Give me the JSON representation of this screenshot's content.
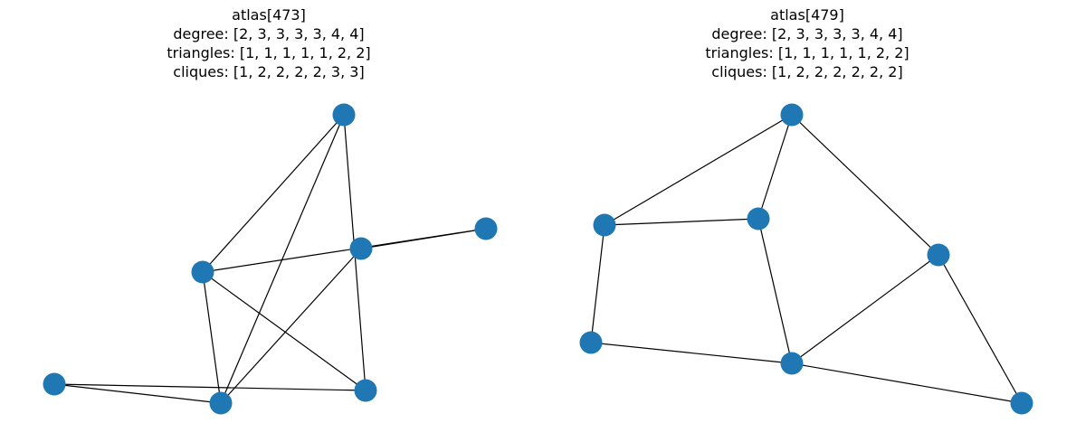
{
  "colors": {
    "node": "#1f77b4",
    "edge": "#000000",
    "background": "#ffffff"
  },
  "graphs": [
    {
      "name": "atlas[473]",
      "degree": "degree: [2, 3, 3, 3, 3, 4, 4]",
      "triangles": "triangles: [1, 1, 1, 1, 1, 2, 2]",
      "cliques": "cliques: [1, 2, 2, 2, 2, 3, 3]",
      "edges": [
        [
          0,
          1
        ],
        [
          0,
          2
        ],
        [
          1,
          3
        ],
        [
          1,
          4
        ],
        [
          1,
          5
        ],
        [
          2,
          3
        ],
        [
          2,
          4
        ],
        [
          3,
          4
        ],
        [
          5,
          6
        ],
        [
          6,
          3
        ]
      ]
    },
    {
      "name": "atlas[479]",
      "degree": "degree: [2, 3, 3, 3, 3, 4, 4]",
      "triangles": "triangles: [1, 1, 1, 1, 1, 2, 2]",
      "cliques": "cliques: [1, 2, 2, 2, 2, 2, 2]",
      "edges": [
        [
          0,
          1
        ],
        [
          0,
          2
        ],
        [
          1,
          3
        ],
        [
          1,
          4
        ],
        [
          1,
          6
        ],
        [
          2,
          3
        ],
        [
          2,
          5
        ],
        [
          3,
          5
        ],
        [
          4,
          6
        ],
        [
          5,
          6
        ]
      ]
    }
  ]
}
